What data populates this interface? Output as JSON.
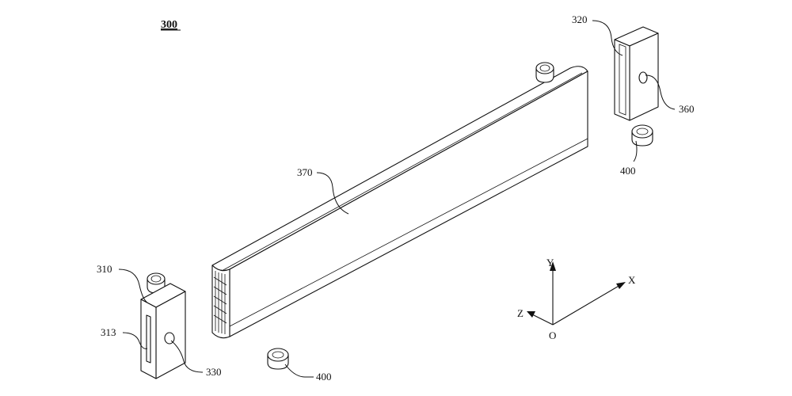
{
  "figure": {
    "number": "300",
    "labels": {
      "l310": "310",
      "l313": "313",
      "l330": "330",
      "l400a": "400",
      "l370": "370",
      "l320": "320",
      "l360": "360",
      "l400b": "400"
    },
    "axes": {
      "x": "X",
      "y": "Y",
      "z": "Z",
      "origin": "O"
    }
  }
}
